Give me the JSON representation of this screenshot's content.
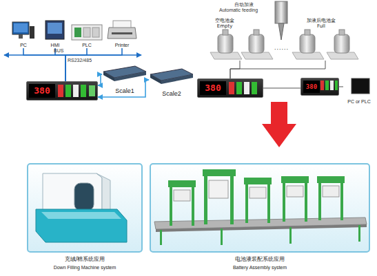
{
  "diagram": {
    "nodes": [
      {
        "text": [
          "PC"
        ]
      },
      {
        "text": [
          "HMI"
        ]
      },
      {
        "text": [
          "PLC"
        ]
      },
      {
        "text": [
          "Printer"
        ]
      },
      {
        "text": [
          "380"
        ]
      },
      {
        "text": [
          "Scale1"
        ]
      },
      {
        "text": [
          "Scale2"
        ]
      },
      {
        "text": [
          "空电池盒 Empty"
        ]
      },
      {
        "text": [
          "加液后电池盒 Full"
        ]
      },
      {
        "text": [
          "380"
        ]
      },
      {
        "text": [
          "380"
        ]
      },
      {
        "text": [
          "PC or PLC"
        ]
      },
      {
        "text": [
          "充绒/棉系统应用",
          "Down Filling Machine system"
        ]
      },
      {
        "text": [
          "电池液装配系统应用",
          "Battery Assembly system"
        ]
      }
    ],
    "edges": [
      {
        "from": 0,
        "to": 4,
        "arrow": "none"
      },
      {
        "from": 1,
        "to": 4,
        "arrow": "none"
      },
      {
        "from": 2,
        "to": 4,
        "arrow": "none"
      },
      {
        "from": 3,
        "to": 4,
        "arrow": "none"
      },
      {
        "from": 4,
        "to": 5,
        "arrow": "both"
      },
      {
        "from": 4,
        "to": 6,
        "arrow": "both"
      },
      {
        "from": 7,
        "to": 9,
        "arrow": "none"
      },
      {
        "from": 8,
        "to": 9,
        "arrow": "none"
      },
      {
        "from": 9,
        "to": 10,
        "arrow": "none"
      },
      {
        "from": 10,
        "to": 11,
        "arrow": "none"
      }
    ],
    "labels": [
      "BUS",
      "RS232/485",
      "自动加液",
      "Automatic feeding",
      "......"
    ]
  }
}
